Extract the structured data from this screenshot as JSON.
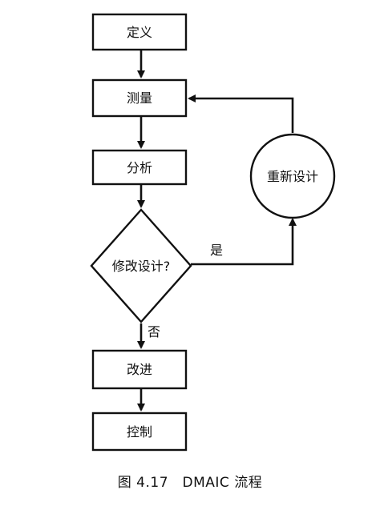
{
  "diagram": {
    "nodes": {
      "define": "定义",
      "measure": "测量",
      "analyze": "分析",
      "decision": "修改设计?",
      "redesign": "重新设计",
      "improve": "改进",
      "control": "控制"
    },
    "edge_labels": {
      "yes": "是",
      "no": "否"
    }
  },
  "caption": "图 4.17　DMAIC 流程"
}
